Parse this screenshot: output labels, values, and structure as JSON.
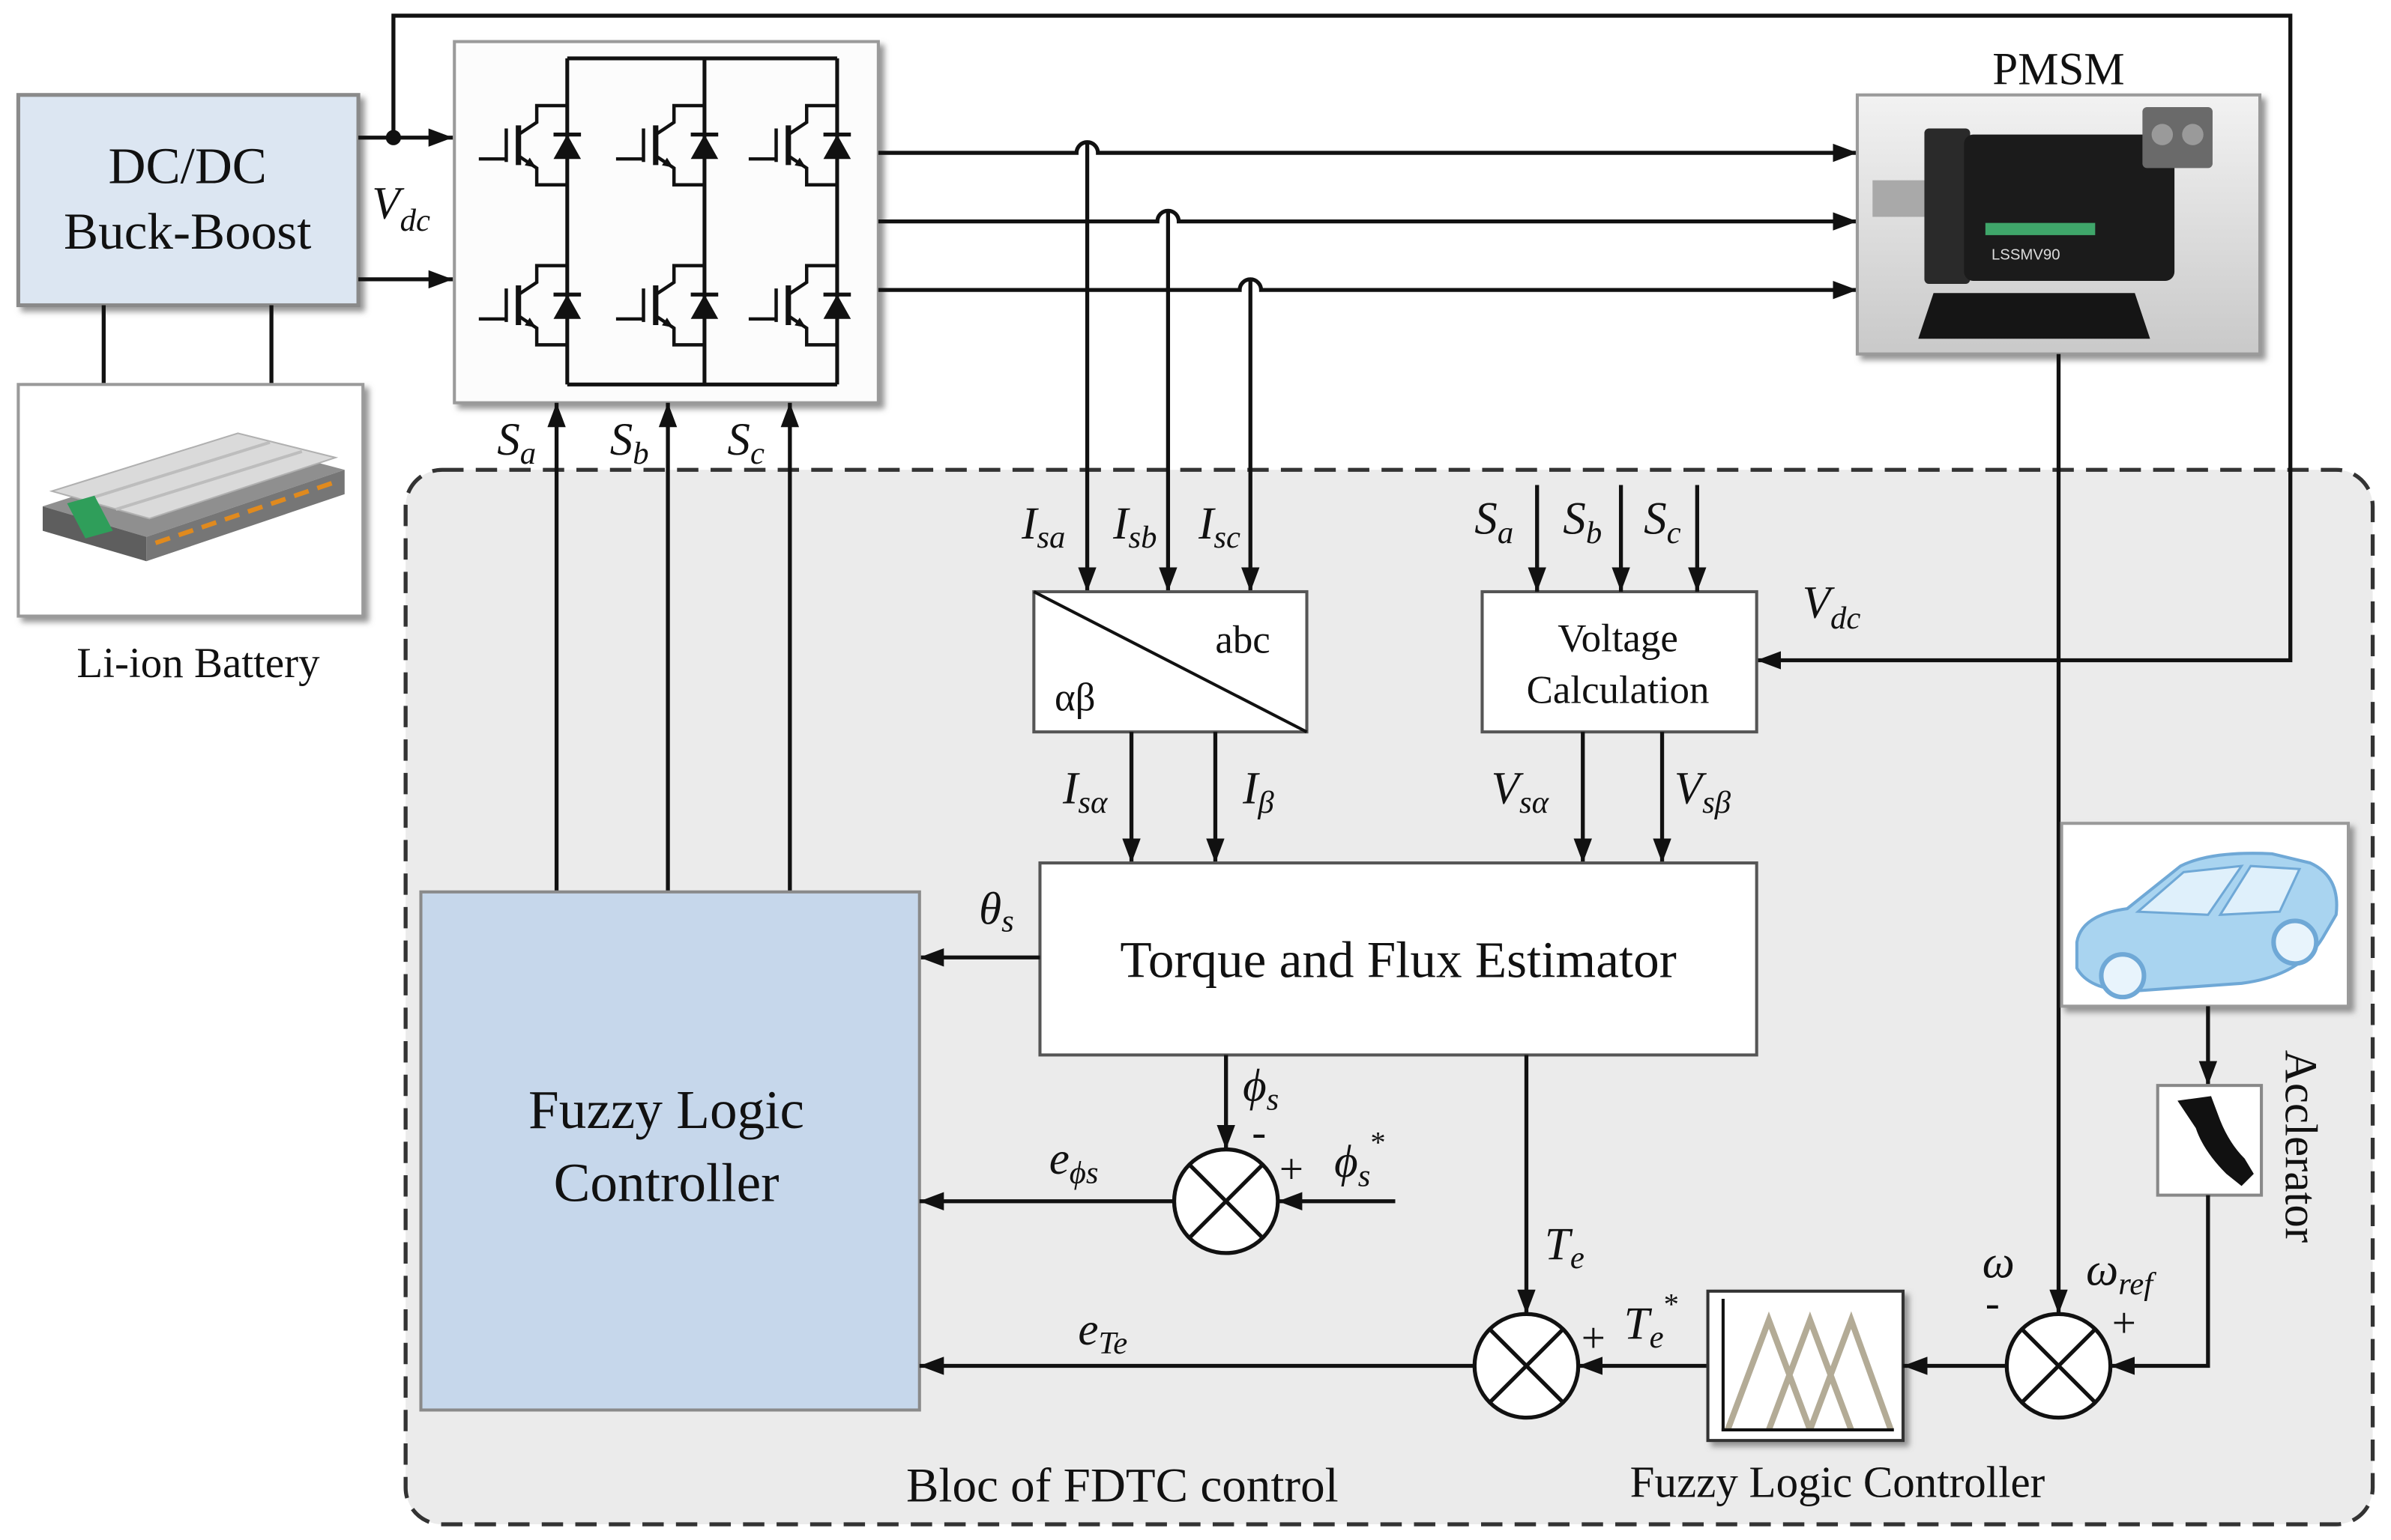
{
  "blocks": {
    "dcdc": {
      "line1": "DC/DC",
      "line2": "Buck-Boost"
    },
    "battery": {
      "caption": "Li-ion Battery"
    },
    "motor": {
      "caption": "PMSM",
      "nameplate": "LSSMV90"
    },
    "transform": {
      "abc": "abc",
      "alphabeta": "αβ"
    },
    "voltage_calc": {
      "line1": "Voltage",
      "line2": "Calculation"
    },
    "estimator": {
      "label": "Torque and Flux Estimator"
    },
    "main_controller": {
      "line1": "Fuzzy Logic",
      "line2": "Controller"
    },
    "speed_controller": {
      "caption": "Fuzzy Logic Controller"
    },
    "accelerator": {
      "caption": "Acclerator"
    },
    "control_bloc": {
      "caption": "Bloc of FDTC control"
    }
  },
  "signals": {
    "vdc_inverter": {
      "sym": "V",
      "sub": "dc"
    },
    "vdc_calc": {
      "sym": "V",
      "sub": "dc"
    },
    "gate_a": {
      "sym": "S",
      "sub": "a"
    },
    "gate_b": {
      "sym": "S",
      "sub": "b"
    },
    "gate_c": {
      "sym": "S",
      "sub": "c"
    },
    "calc_a": {
      "sym": "S",
      "sub": "a"
    },
    "calc_b": {
      "sym": "S",
      "sub": "b"
    },
    "calc_c": {
      "sym": "S",
      "sub": "c"
    },
    "i_sa": {
      "sym": "I",
      "sub": "sa"
    },
    "i_sb": {
      "sym": "I",
      "sub": "sb"
    },
    "i_sc": {
      "sym": "I",
      "sub": "sc"
    },
    "i_salpha": {
      "sym": "I",
      "sub": "sα"
    },
    "i_beta": {
      "sym": "I",
      "sub": "β"
    },
    "v_salpha": {
      "sym": "V",
      "sub": "sα"
    },
    "v_sbeta": {
      "sym": "V",
      "sub": "sβ"
    },
    "theta_s": {
      "sym": "θ",
      "sub": "s"
    },
    "phi_s": {
      "sym": "ϕ",
      "sub": "s"
    },
    "phi_s_ref": {
      "sym": "ϕ",
      "sub": "s",
      "sup": "*"
    },
    "e_phi": {
      "sym": "e",
      "sub": "ϕs"
    },
    "t_e": {
      "sym": "T",
      "sub": "e"
    },
    "t_e_ref": {
      "sym": "T",
      "sub": "e",
      "sup": "*"
    },
    "e_te": {
      "sym": "e",
      "sub": "Te"
    },
    "omega": {
      "sym": "ω"
    },
    "omega_ref": {
      "sym": "ω",
      "sub": "ref"
    }
  },
  "junction_signs": {
    "flux": {
      "minus": "-",
      "plus": "+"
    },
    "torque": {
      "plus": "+"
    },
    "speed": {
      "minus": "-",
      "plus": "+"
    }
  },
  "colors": {
    "dcdc_fill": "#dce6f2",
    "controller_fill": "#c6d7eb",
    "control_area": "#ebebeb",
    "membership": "#b3ab96",
    "car": "#a9d4f0"
  },
  "icons": {
    "battery": "battery-pack-icon",
    "motor": "pmsm-motor-icon",
    "car": "car-icon",
    "pedal": "accelerator-pedal-icon",
    "membership": "membership-function-icon",
    "junction": "summing-junction-icon",
    "switch": "igbt-icon"
  }
}
